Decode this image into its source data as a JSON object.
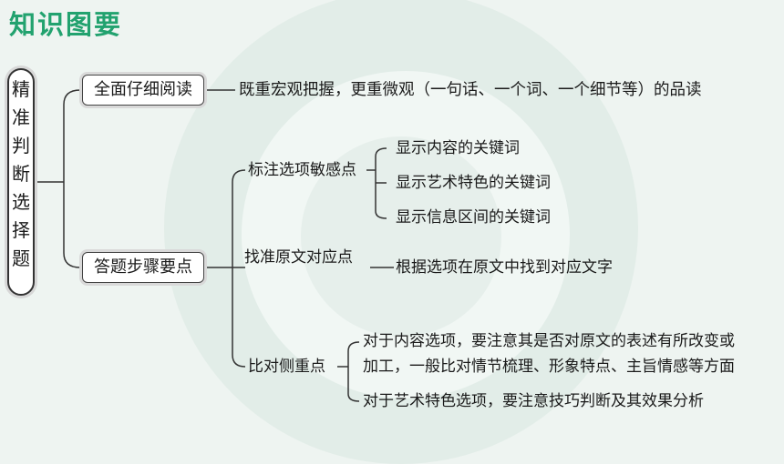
{
  "title": "知识图要",
  "root": "精准判断选择题",
  "branches": [
    {
      "label": "全面仔细阅读",
      "leaf": "既重宏观把握，更重微观（一句话、一个词、一个细节等）的品读"
    },
    {
      "label": "答题步骤要点",
      "steps": [
        {
          "label": "标注选项敏感点",
          "items": [
            "显示内容的关键词",
            "显示艺术特色的关键词",
            "显示信息区间的关键词"
          ]
        },
        {
          "label": "找准原文对应点",
          "items": [
            "根据选项在原文中找到对应文字"
          ]
        },
        {
          "label": "比对侧重点",
          "items": [
            "对于内容选项，要注意其是否对原文的表述有所改变或",
            "加工，一般比对情节梳理、形象特点、主旨情感等方面",
            "对于艺术特色选项，要注意技巧判断及其效果分析"
          ]
        }
      ]
    }
  ]
}
